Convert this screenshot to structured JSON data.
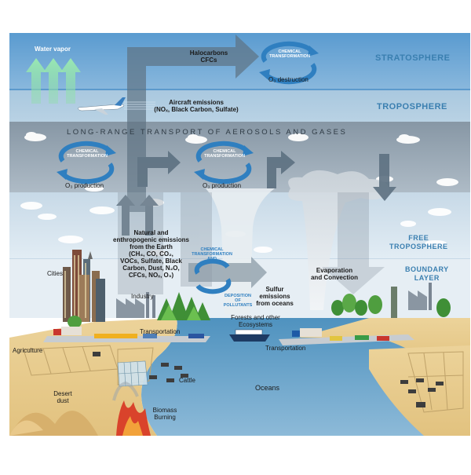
{
  "layers": {
    "stratosphere": "STRATOSPHERE",
    "troposphere": "TROPOSPHERE",
    "free_troposphere": "FREE\nTROPOSPHERE",
    "boundary_layer": "BOUNDARY\nLAYER"
  },
  "banner": "LONG-RANGE TRANSPORT OF AEROSOLS AND GASES",
  "labels": {
    "water_vapor": "Water vapor",
    "halocarbons": "Halocarbons\nCFCs",
    "o3_destruction": "O₃ destruction",
    "aircraft_emissions": "Aircraft emissions\n(NOₓ, Black Carbon, Sulfate)",
    "o3_production_left": "O₃ production",
    "o3_production_right": "O₃ production",
    "emissions": "Natural and\nenthropogenic emissions\nfrom the Earth\n(CH₄, CO, CO₂,\nVOCs, Sulfate, Black\nCarbon, Dust, N₂O,\nCFCs, NOₓ, O₃)",
    "deposition": "DEPOSITION\nOF\nPOLLUTANTS",
    "sulfur_emissions": "Sulfur\nemissions\nfrom oceans",
    "evaporation": "Evaporation\nand Convection",
    "cities": "Cities",
    "industry": "Industry",
    "transportation_left": "Transportation",
    "transportation_right": "Transportation",
    "forests": "Forests and other\nEcosystems",
    "agriculture": "Agriculture",
    "cattle": "Cattle",
    "oceans": "Oceans",
    "desert_dust": "Desert\ndust",
    "biomass_burning": "Biomass\nBurning"
  },
  "chemical_transformation": {
    "top": "CHEMICAL\nTRANSFORMATION",
    "left": "CHEMICAL\nTRANSFORMATION",
    "middle": "CHEMICAL\nTRANSFORMATION",
    "lower": "CHEMICAL\nTRANSFORMATION\nAND"
  },
  "colors": {
    "stratosphere": "#6aa6d6",
    "troposphere": "#9bbfd9",
    "transport_band": "#8c9fae",
    "free_trop": "#d8e8f2",
    "arrow_dark": "#5e7282",
    "cycle_blue": "#2f7fc0",
    "ocean": "#5d9dc4",
    "land": "#e8cc8f",
    "green_arrow": "#8ed9a4"
  },
  "icons": {
    "cycle": "cycle-arrows-icon",
    "airplane": "airplane-icon",
    "cloud": "cloud-icon",
    "tree": "tree-icon",
    "cow": "cow-icon",
    "truck": "truck-icon",
    "ship": "ship-icon",
    "factory": "factory-icon",
    "fire": "fire-icon"
  }
}
